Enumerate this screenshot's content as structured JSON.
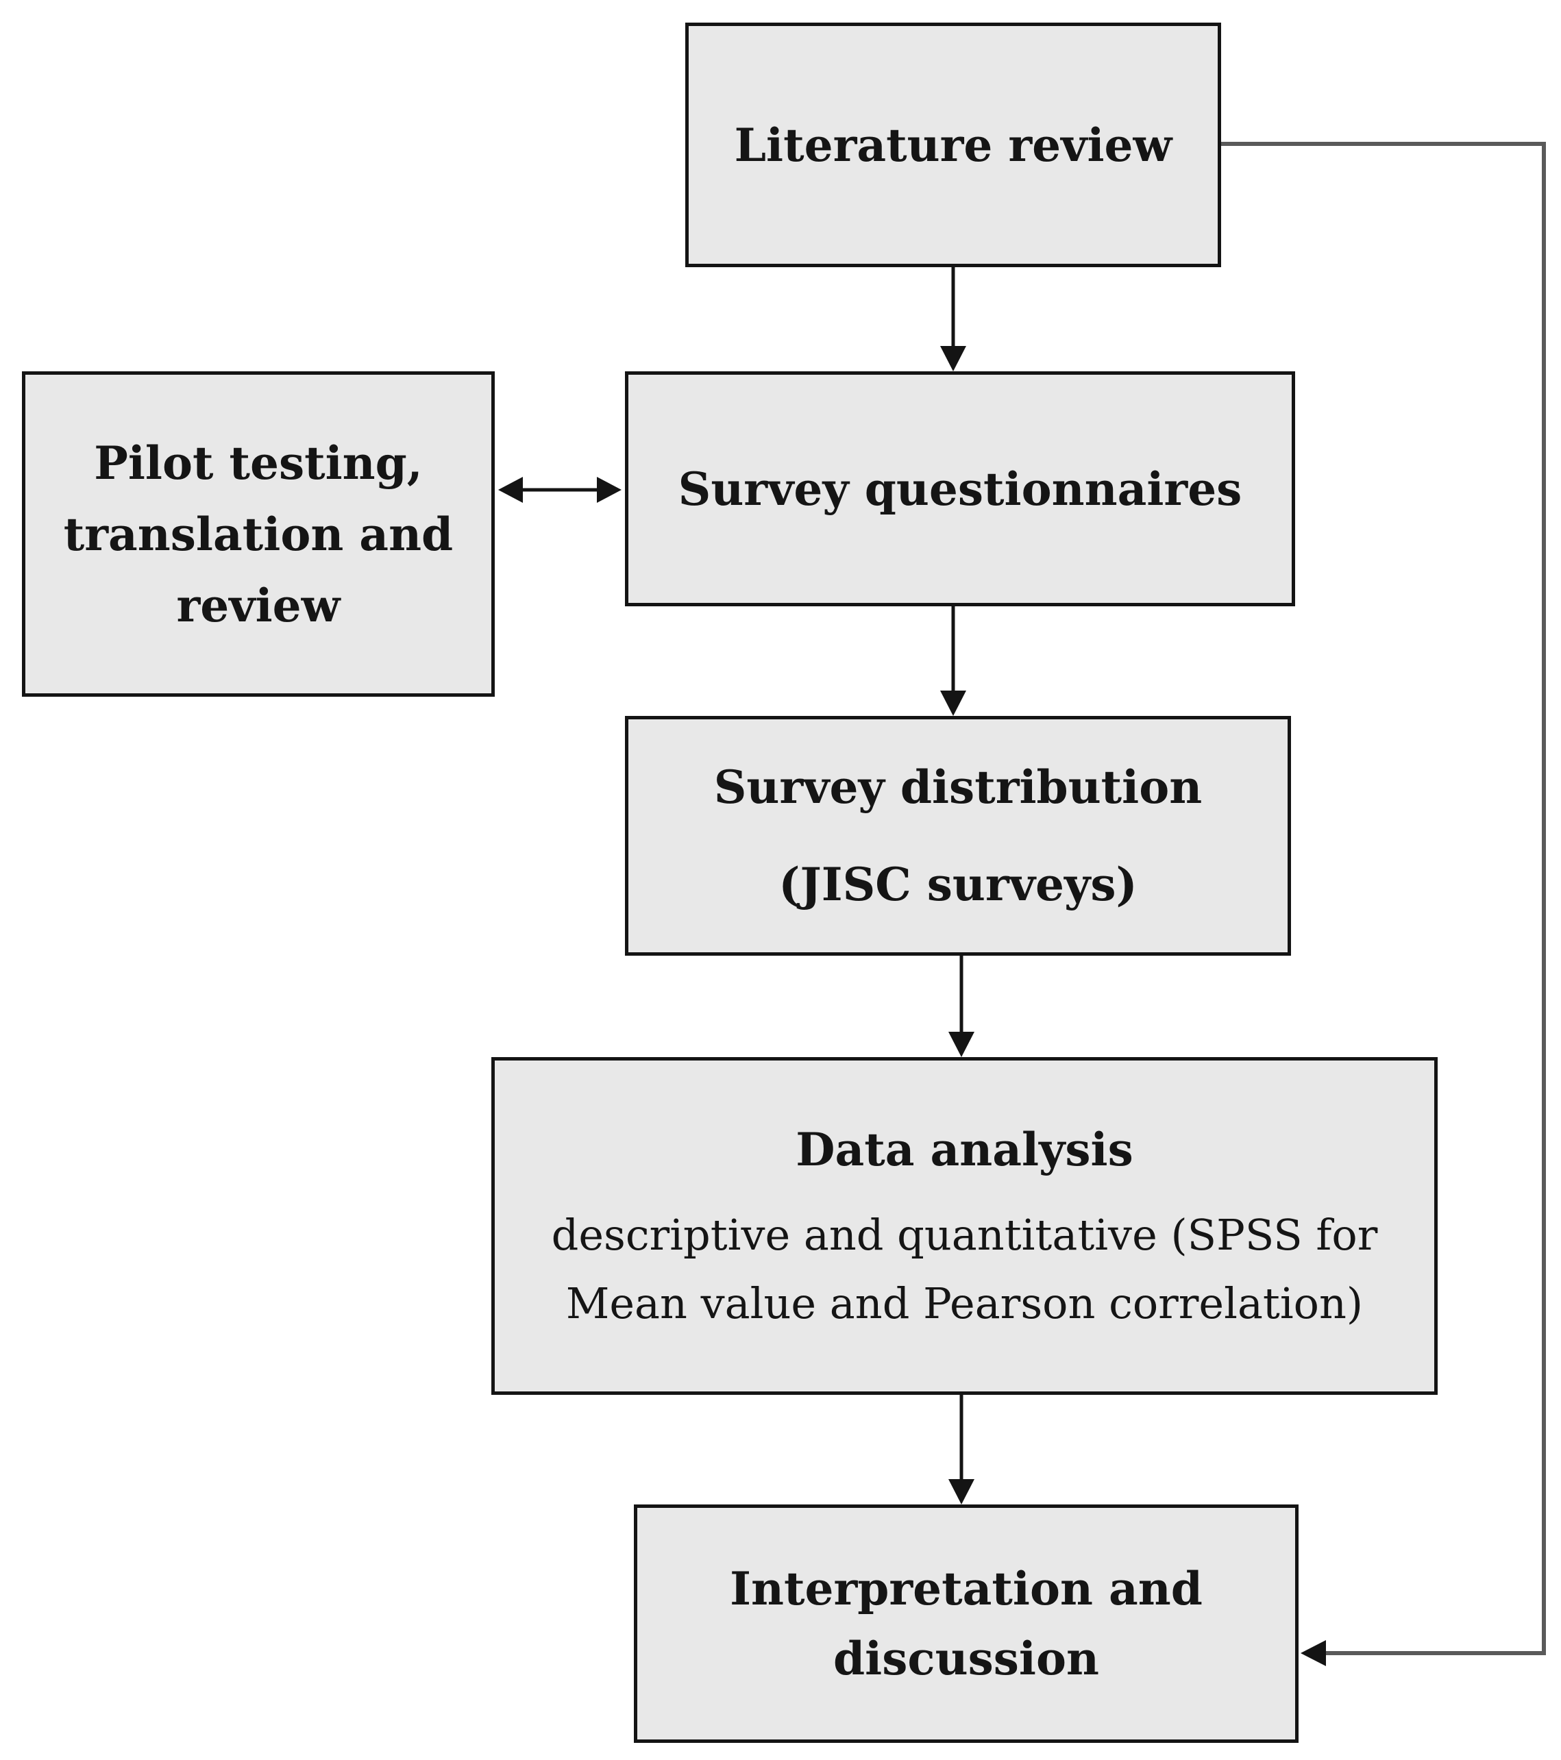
{
  "nodes": {
    "literature_review": {
      "title": "Literature review"
    },
    "pilot_testing": {
      "line1": "Pilot testing,",
      "line2": "translation and",
      "line3": "review"
    },
    "survey_questionnaires": {
      "title": "Survey questionnaires"
    },
    "survey_distribution": {
      "title": "Survey distribution",
      "subtitle": "(JISC surveys)"
    },
    "data_analysis": {
      "title": "Data analysis",
      "line1": "descriptive and quantitative (SPSS for",
      "line2": "Mean value and Pearson correlation)"
    },
    "interpretation": {
      "line1": "Interpretation and",
      "line2": "discussion"
    }
  },
  "edges": [
    {
      "from": "literature_review",
      "to": "survey_questionnaires",
      "direction": "forward"
    },
    {
      "from": "pilot_testing",
      "to": "survey_questionnaires",
      "direction": "both"
    },
    {
      "from": "survey_questionnaires",
      "to": "survey_distribution",
      "direction": "forward"
    },
    {
      "from": "survey_distribution",
      "to": "data_analysis",
      "direction": "forward"
    },
    {
      "from": "data_analysis",
      "to": "interpretation",
      "direction": "forward"
    },
    {
      "from": "literature_review",
      "to": "interpretation",
      "direction": "forward"
    }
  ],
  "colors": {
    "box_fill": "#e8e8e8",
    "box_border": "#141414",
    "arrow": "#141414",
    "feedback_line": "#5a5a5a",
    "text": "#151515"
  }
}
